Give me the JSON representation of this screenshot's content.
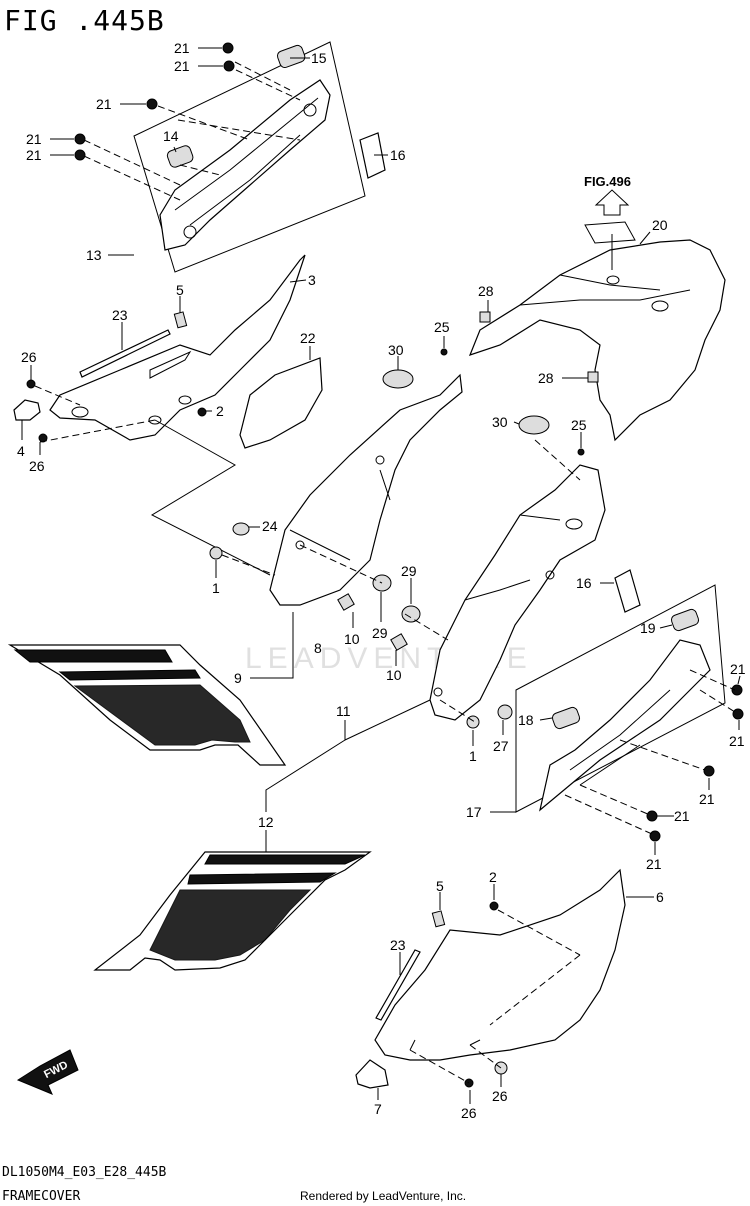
{
  "figure": {
    "title": "FIG .445B",
    "reference_label": "FIG.496",
    "fwd_label": "FWD",
    "watermark": "LEADVENTURE"
  },
  "callouts": [
    {
      "id": "c21a",
      "label": "21"
    },
    {
      "id": "c21b",
      "label": "21"
    },
    {
      "id": "c15",
      "label": "15"
    },
    {
      "id": "c21c",
      "label": "21"
    },
    {
      "id": "c21d",
      "label": "21"
    },
    {
      "id": "c21e",
      "label": "21"
    },
    {
      "id": "c14",
      "label": "14"
    },
    {
      "id": "c16a",
      "label": "16"
    },
    {
      "id": "c13",
      "label": "13"
    },
    {
      "id": "c3",
      "label": "3"
    },
    {
      "id": "c5a",
      "label": "5"
    },
    {
      "id": "c23a",
      "label": "23"
    },
    {
      "id": "c22",
      "label": "22"
    },
    {
      "id": "c26a",
      "label": "26"
    },
    {
      "id": "c2a",
      "label": "2"
    },
    {
      "id": "c4",
      "label": "4"
    },
    {
      "id": "c26b",
      "label": "26"
    },
    {
      "id": "c20",
      "label": "20"
    },
    {
      "id": "c28a",
      "label": "28"
    },
    {
      "id": "c25a",
      "label": "25"
    },
    {
      "id": "c30a",
      "label": "30"
    },
    {
      "id": "c28b",
      "label": "28"
    },
    {
      "id": "c30b",
      "label": "30"
    },
    {
      "id": "c25b",
      "label": "25"
    },
    {
      "id": "c24",
      "label": "24"
    },
    {
      "id": "c1a",
      "label": "1"
    },
    {
      "id": "c29a",
      "label": "29"
    },
    {
      "id": "c16b",
      "label": "16"
    },
    {
      "id": "c8",
      "label": "8"
    },
    {
      "id": "c10a",
      "label": "10"
    },
    {
      "id": "c29b",
      "label": "29"
    },
    {
      "id": "c10b",
      "label": "10"
    },
    {
      "id": "c9",
      "label": "9"
    },
    {
      "id": "c19",
      "label": "19"
    },
    {
      "id": "c21f",
      "label": "21"
    },
    {
      "id": "c11",
      "label": "11"
    },
    {
      "id": "c18",
      "label": "18"
    },
    {
      "id": "c21g",
      "label": "21"
    },
    {
      "id": "c27",
      "label": "27"
    },
    {
      "id": "c1b",
      "label": "1"
    },
    {
      "id": "c21h",
      "label": "21"
    },
    {
      "id": "c17",
      "label": "17"
    },
    {
      "id": "c21i",
      "label": "21"
    },
    {
      "id": "c12",
      "label": "12"
    },
    {
      "id": "c21j",
      "label": "21"
    },
    {
      "id": "c5b",
      "label": "5"
    },
    {
      "id": "c2b",
      "label": "2"
    },
    {
      "id": "c6",
      "label": "6"
    },
    {
      "id": "c23b",
      "label": "23"
    },
    {
      "id": "c26c",
      "label": "26"
    },
    {
      "id": "c7",
      "label": "7"
    },
    {
      "id": "c26d",
      "label": "26"
    }
  ],
  "footer": {
    "model_code": "DL1050M4_E03_E28_445B",
    "section_name": "FRAMECOVER",
    "credit": "Rendered by LeadVenture, Inc."
  }
}
